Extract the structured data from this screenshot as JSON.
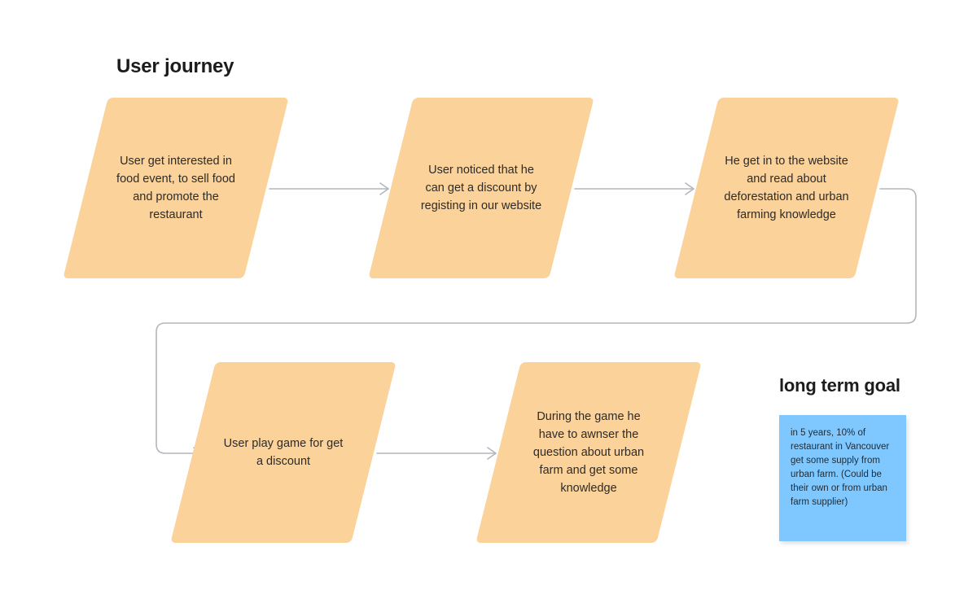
{
  "page": {
    "background_color": "#ffffff",
    "node_color": "#FAD29A",
    "note_color": "#7FC8FF",
    "connector_color": "#b3b6bb",
    "text_color": "#2e2b28"
  },
  "journey": {
    "title": "User journey",
    "steps": [
      {
        "id": "step-1",
        "text": "User get interested in\nfood event, to sell food\nand promote the\nrestaurant"
      },
      {
        "id": "step-2",
        "text": "User noticed that he\ncan get a discount by\nregisting in our website"
      },
      {
        "id": "step-3",
        "text": "He get in to the website\nand read about\ndeforestation and urban\nfarming knowledge"
      },
      {
        "id": "step-4",
        "text": "User play game for get\na discount"
      },
      {
        "id": "step-5",
        "text": "During the game he\nhave to awnser the\nquestion about urban\nfarm and get some\nknowledge"
      }
    ],
    "connectors": [
      {
        "id": "connector-1-2",
        "from": "step-1",
        "to": "step-2",
        "kind": "straight-arrow"
      },
      {
        "id": "connector-2-3",
        "from": "step-2",
        "to": "step-3",
        "kind": "straight-arrow"
      },
      {
        "id": "connector-3-4",
        "from": "step-3",
        "to": "step-4",
        "kind": "wrapping-arrow"
      },
      {
        "id": "connector-4-5",
        "from": "step-4",
        "to": "step-5",
        "kind": "straight-arrow"
      }
    ]
  },
  "long_term_goal": {
    "title": "long term goal",
    "note": "in 5 years, 10% of\nrestaurant in Vancouver\nget some supply from\nurban farm. (Could be\ntheir own or from urban\nfarm supplier)"
  }
}
